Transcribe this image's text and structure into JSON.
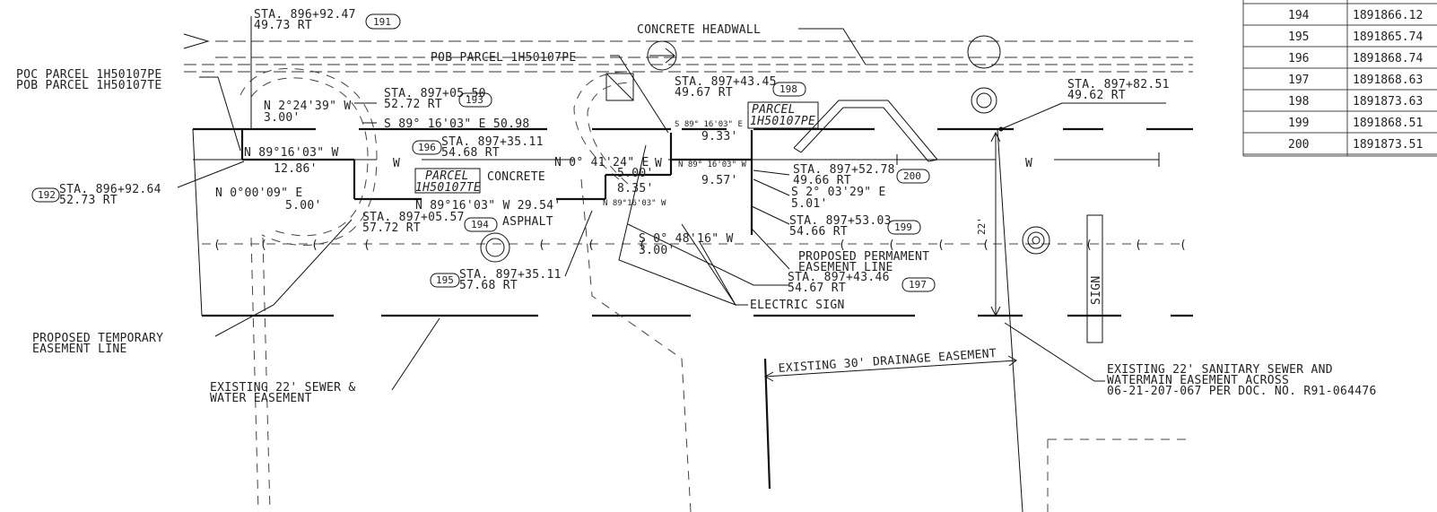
{
  "stations": {
    "s191": "STA. 896+92.47",
    "s191_off": "49.73 RT",
    "s191_id": "191",
    "s192": "STA. 896+92.64",
    "s192_off": "52.73 RT",
    "s192_id": "192",
    "s193": "STA. 897+05.50",
    "s193_off": "52.72 RT",
    "s193_id": "193",
    "s194": "STA. 897+05.57",
    "s194_off": "57.72 RT",
    "s194_id": "194",
    "s195": "STA. 897+35.11",
    "s195_off": "57.68 RT",
    "s195_id": "195",
    "s196": "STA. 897+35.11",
    "s196_off": "54.68 RT",
    "s196_id": "196",
    "s197": "STA. 897+43.46",
    "s197_off": "54.67 RT",
    "s197_id": "197",
    "s198": "STA. 897+43.45",
    "s198_off": "49.67 RT",
    "s198_id": "198",
    "s199": "STA. 897+53.03",
    "s199_off": "54.66 RT",
    "s199_id": "199",
    "s200": "STA. 897+52.78",
    "s200_off": "49.66 RT",
    "s200_id": "200",
    "s_right": "STA. 897+82.51",
    "s_right_off": "49.62 RT"
  },
  "labels": {
    "poc1": "POC PARCEL 1H50107PE",
    "pob1": "POB PARCEL 1H50107TE",
    "pob_top": "POB PARCEL 1H50107PE",
    "concrete_headwall": "CONCRETE HEADWALL",
    "parcel_te_1": "PARCEL",
    "parcel_te_2": "1H50107TE",
    "parcel_pe_1": "PARCEL",
    "parcel_pe_2": "1H50107PE",
    "concrete": "CONCRETE",
    "asphalt": "ASPHALT",
    "prop_temp_1": "PROPOSED TEMPORARY",
    "prop_temp_2": "EASEMENT LINE",
    "exist_sewer_1": "EXISTING 22' SEWER &",
    "exist_sewer_2": "WATER EASEMENT",
    "prop_perm_1": "PROPOSED PERMAMENT",
    "prop_perm_2": "EASEMENT LINE",
    "electric_sign": "ELECTRIC SIGN",
    "drainage": "EXISTING 30' DRAINAGE EASEMENT",
    "sanitary_1": "EXISTING 22' SANITARY SEWER AND",
    "sanitary_2": "WATERMAIN EASEMENT ACROSS",
    "sanitary_3": "06-21-207-067 PER DOC. NO. R91-064476",
    "sign": "SIGN",
    "dim22": "22'",
    "w": "W"
  },
  "bearings": {
    "b1": "N 2°24'39\" W",
    "b1d": "3.00'",
    "b2": "S 89° 16'03\" E  50.98",
    "b3": "N 89°16'03\" W",
    "b3d": "12.86'",
    "b4": "N 0°00'09\" E",
    "b4d": "5.00'",
    "b5": "N 89°16'03\" W 29.54'",
    "b6": "N 0° 41'24\" E",
    "b6d": "5.00'",
    "b7": "8.35'",
    "b7b": "N 89°16'03\" W",
    "b8": "S 89° 16'03\" E",
    "b8d": "9.33'",
    "b9": "N 89° 16'03\" W",
    "b9d": "9.57'",
    "b10": "S 0° 48'16\" W",
    "b10d": "3.00'",
    "b11": "S 2° 03'29\" E",
    "b11d": "5.01'"
  },
  "table": {
    "rows": [
      {
        "pt": "194",
        "val": "1891866.12"
      },
      {
        "pt": "195",
        "val": "1891865.74"
      },
      {
        "pt": "196",
        "val": "1891868.74"
      },
      {
        "pt": "197",
        "val": "1891868.63"
      },
      {
        "pt": "198",
        "val": "1891873.63"
      },
      {
        "pt": "199",
        "val": "1891868.51"
      },
      {
        "pt": "200",
        "val": "1891873.51"
      }
    ]
  }
}
